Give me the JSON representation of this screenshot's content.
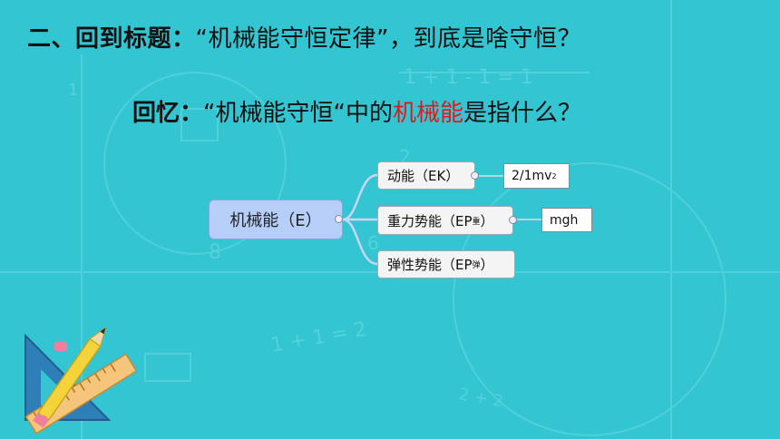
{
  "colors": {
    "background": "#33c5d1",
    "accent_red": "#e0191c",
    "root_node": "#b7cff8"
  },
  "title": {
    "prefix": "二、回到标题：",
    "quote": "“机械能守恒定律”，到底是啥守恒？"
  },
  "recall": {
    "label": "回忆：",
    "before": "“机械能守恒“中的",
    "highlight": "机械能",
    "after": "是指什么？"
  },
  "background_texts": {
    "t1": "1 + 1 - 1 = 1",
    "t2": "1 + 1 = 2",
    "t3": "2 + 2",
    "t4": "1",
    "t5": "8",
    "t6": "6",
    "t7": "2"
  },
  "mindmap": {
    "root": "机械能（E）",
    "kinetic": {
      "label": "动能（EK）",
      "formula": "2/1mv",
      "formula_sup": "2"
    },
    "gravitational": {
      "label": "重力势能（EP",
      "sub": "重",
      "close": "）",
      "formula": "mgh"
    },
    "elastic": {
      "label": "弹性势能（EP",
      "sub": "弹",
      "close": "）"
    }
  },
  "decoration": {
    "icon": "ruler-pencil-icon"
  }
}
